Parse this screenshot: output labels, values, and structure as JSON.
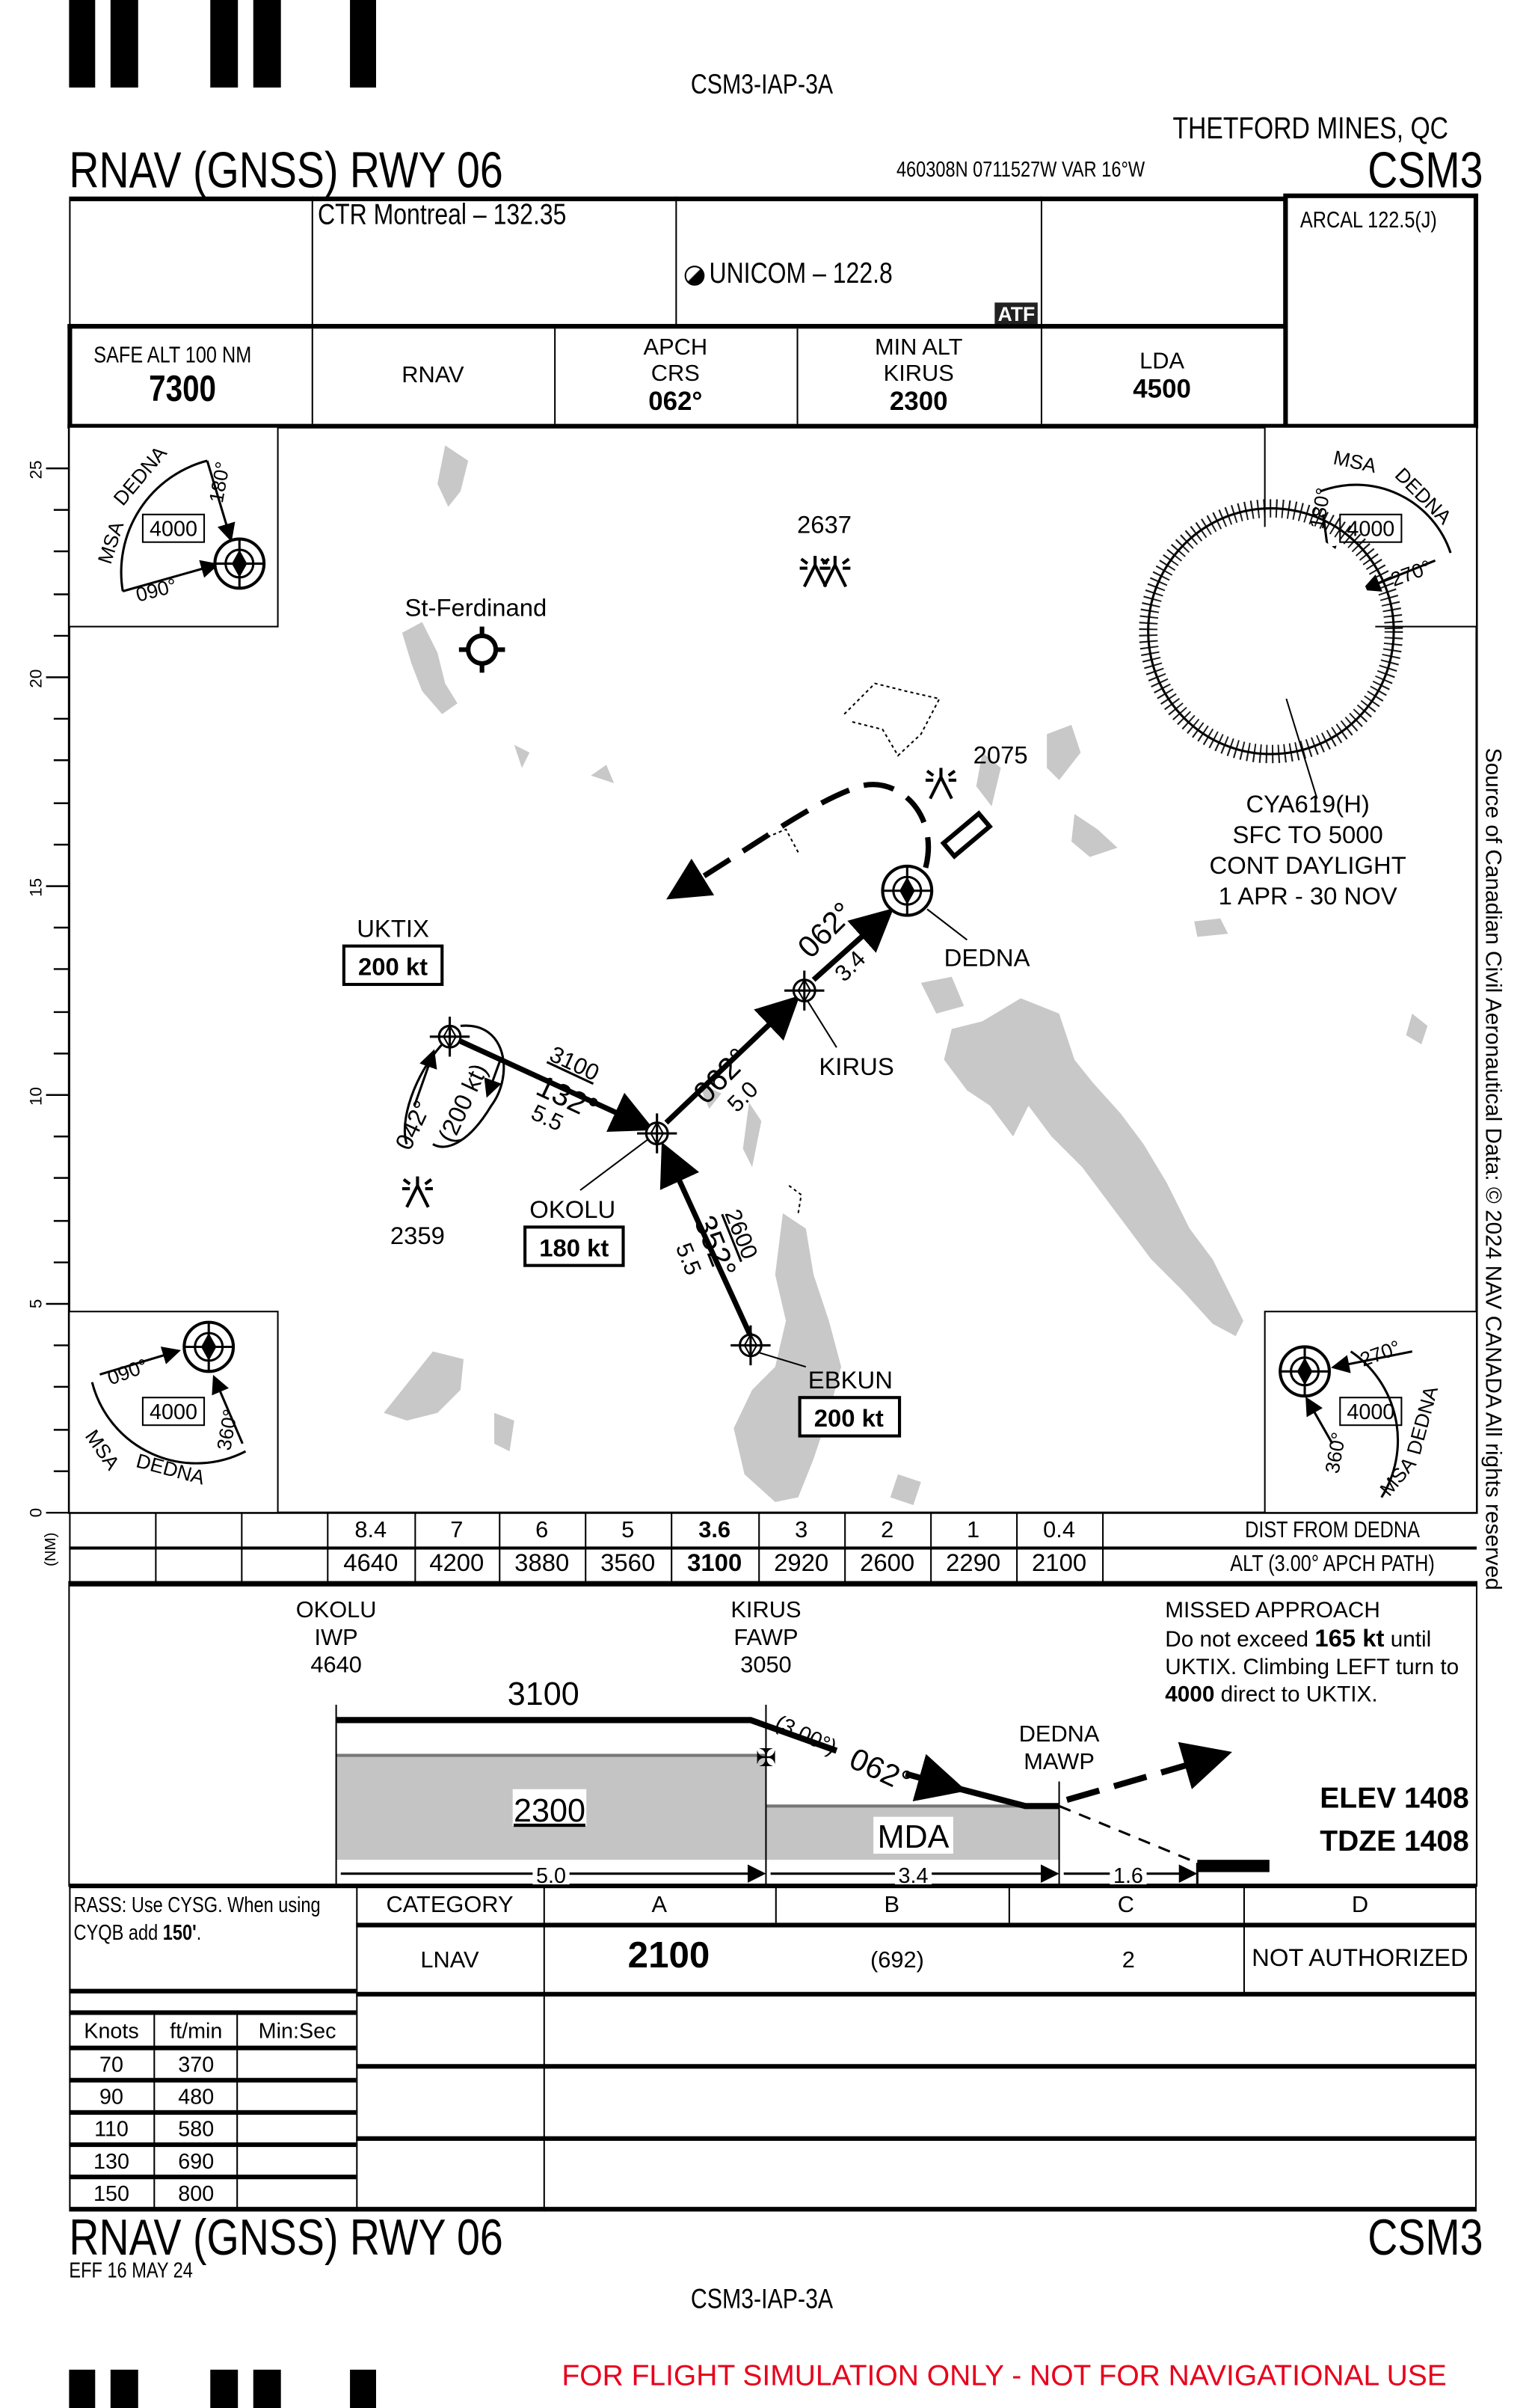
{
  "chart_id": "CSM3-IAP-3A",
  "location": "THETFORD MINES, QC",
  "title": "RNAV (GNSS) RWY 06",
  "airport_id": "CSM3",
  "coords": "460308N  0711527W  VAR 16°W",
  "comms": {
    "ctr": "CTR Montreal – 132.35",
    "unicom": "UNICOM – 122.8",
    "atf": "ATF",
    "arcal": "ARCAL 122.5(J)"
  },
  "briefing": {
    "safe_alt_label": "SAFE ALT 100 NM",
    "safe_alt": "7300",
    "nav": "RNAV",
    "apch_crs_label1": "APCH",
    "apch_crs_label2": "CRS",
    "apch_crs": "062°",
    "min_alt_label1": "MIN ALT",
    "min_alt_label2": "KIRUS",
    "min_alt": "2300",
    "lda_label": "LDA",
    "lda": "4500"
  },
  "plan": {
    "scale_ticks": [
      "0",
      "5",
      "10",
      "15",
      "20",
      "25"
    ],
    "scale_unit": "(NM)",
    "msa": {
      "label": "MSA",
      "fix": "DEDNA",
      "alt": "4000",
      "brg1": "090°",
      "brg2": "180°",
      "brg3": "270°",
      "brg4": "360°"
    },
    "places": {
      "st_ferdinand": "St-Ferdinand"
    },
    "obstacles": [
      "2637",
      "2075",
      "2359"
    ],
    "fixes": {
      "uktix": {
        "name": "UKTIX",
        "speed": "200 kt"
      },
      "okolu": {
        "name": "OKOLU",
        "speed": "180 kt"
      },
      "kirus": {
        "name": "KIRUS"
      },
      "dedna": {
        "name": "DEDNA"
      },
      "ebkun": {
        "name": "EBKUN",
        "speed": "200 kt"
      }
    },
    "legs": {
      "uktix_okolu": {
        "alt": "3100",
        "crs": "132°",
        "dist": "5.5"
      },
      "hold": {
        "inbound": "042°",
        "speed": "(200 kt)"
      },
      "okolu_kirus": {
        "crs": "062°",
        "dist": "5.0"
      },
      "kirus_dedna": {
        "crs": "062°",
        "dist": "3.4"
      },
      "ebkun_okolu": {
        "alt": "2600",
        "crs": "352°",
        "dist": "5.5"
      }
    },
    "airspace": [
      "CYA619(H)",
      "SFC TO 5000",
      "CONT DAYLIGHT",
      "1 APR - 30 NOV"
    ]
  },
  "profile_table": {
    "dist_label": "DIST FROM DEDNA",
    "alt_label": "ALT (3.00° APCH PATH)",
    "dist": [
      "8.4",
      "7",
      "6",
      "5",
      "3.6",
      "3",
      "2",
      "1",
      "0.4"
    ],
    "alt": [
      "4640",
      "4200",
      "3880",
      "3560",
      "3100",
      "2920",
      "2600",
      "2290",
      "2100"
    ]
  },
  "profile": {
    "okolu": [
      "OKOLU",
      "IWP",
      "4640"
    ],
    "kirus": [
      "KIRUS",
      "FAWP",
      "3050"
    ],
    "dedna": [
      "DEDNA",
      "MAWP"
    ],
    "level_alt": "3100",
    "gpa": "(3.00°)",
    "crs": "062°",
    "step_alt": "2300",
    "mda": "MDA",
    "dist1": "5.0",
    "dist2": "3.4",
    "dist3": "1.6",
    "elev": "ELEV  1408",
    "tdze": "TDZE  1408",
    "missed": {
      "title": "MISSED APPROACH",
      "l1a": "Do not exceed ",
      "l1b": "165 kt",
      "l1c": " until",
      "l2": "UKTIX. Climbing LEFT turn to",
      "l3a": "4000",
      "l3b": " direct to UKTIX."
    }
  },
  "minima": {
    "rass_a": "RASS: Use CYSG. When using CYQB add ",
    "rass_b": "150'",
    "rass_c": ".",
    "category_label": "CATEGORY",
    "categories": [
      "A",
      "B",
      "C",
      "D"
    ],
    "lnav_label": "LNAV",
    "lnav_mda": "2100",
    "lnav_hat": "(692)",
    "lnav_vis": "2",
    "lnav_d": "NOT AUTHORIZED"
  },
  "rate_table": {
    "headers": [
      "Knots",
      "ft/min",
      "Min:Sec"
    ],
    "rows": [
      [
        "70",
        "370",
        ""
      ],
      [
        "90",
        "480",
        ""
      ],
      [
        "110",
        "580",
        ""
      ],
      [
        "130",
        "690",
        ""
      ],
      [
        "150",
        "800",
        ""
      ]
    ]
  },
  "footer": {
    "title": "RNAV (GNSS) RWY 06",
    "airport_id": "CSM3",
    "eff": "EFF 16 MAY 24",
    "chart_id": "CSM3-IAP-3A",
    "disclaimer": "FOR FLIGHT SIMULATION ONLY - NOT FOR NAVIGATIONAL USE",
    "source": "Source of Canadian Civil Aeronautical Data: © 2024 NAV CANADA All rights reserved"
  },
  "colors": {
    "water": "#c8c8c8",
    "terrain_fill": "#c4c4c4",
    "disclaimer": "#e8001c"
  }
}
